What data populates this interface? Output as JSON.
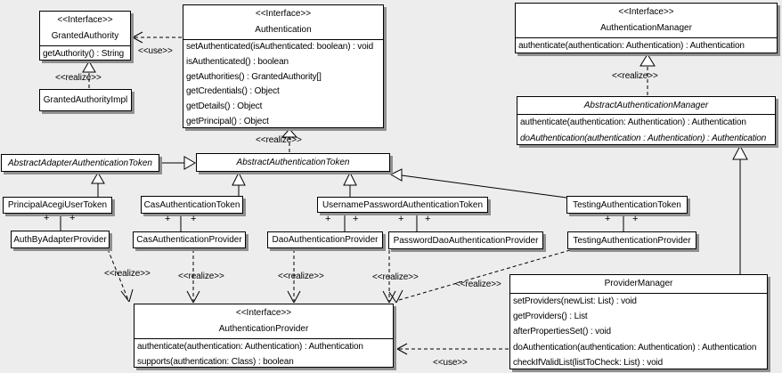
{
  "labels": {
    "use": "<<use>>",
    "realize": "<<realize>>",
    "plus": "+"
  },
  "classes": {
    "granted_authority": {
      "stereotype": "<<Interface>>",
      "name": "GrantedAuthority",
      "methods": [
        "getAuthority() : String"
      ]
    },
    "granted_authority_impl": {
      "name": "GrantedAuthorityImpl"
    },
    "authentication": {
      "stereotype": "<<Interface>>",
      "name": "Authentication",
      "methods": [
        "setAuthenticated(isAuthenticated: boolean) : void",
        "isAuthenticated() : boolean",
        "getAuthorities() : GrantedAuthority[]",
        "getCredentials() : Object",
        "getDetails() : Object",
        "getPrincipal() : Object"
      ]
    },
    "authentication_manager": {
      "stereotype": "<<Interface>>",
      "name": "AuthenticationManager",
      "methods": [
        "authenticate(authentication: Authentication) : Authentication"
      ]
    },
    "abstract_authentication_manager": {
      "name": "AbstractAuthenticationManager",
      "methods": [
        "authenticate(authentication: Authentication) : Authentication",
        "doAuthentication(authentication : Authentication) : Authentication"
      ]
    },
    "abstract_adapter_authentication_token": {
      "name": "AbstractAdapterAuthenticationToken"
    },
    "abstract_authentication_token": {
      "name": "AbstractAuthenticationToken"
    },
    "principal_acegi_user_token": {
      "name": "PrincipalAcegiUserToken"
    },
    "auth_by_adapter_provider": {
      "name": "AuthByAdapterProvider"
    },
    "cas_authentication_token": {
      "name": "CasAuthenticationToken"
    },
    "cas_authentication_provider": {
      "name": "CasAuthenticationProvider"
    },
    "username_password_authentication_token": {
      "name": "UsernamePasswordAuthenticationToken"
    },
    "dao_authentication_provider": {
      "name": "DaoAuthenticationProvider"
    },
    "password_dao_authentication_provider": {
      "name": "PasswordDaoAuthenticationProvider"
    },
    "testing_authentication_token": {
      "name": "TestingAuthenticationToken"
    },
    "testing_authentication_provider": {
      "name": "TestingAuthenticationProvider"
    },
    "authentication_provider": {
      "stereotype": "<<Interface>>",
      "name": "AuthenticationProvider",
      "methods": [
        "authenticate(authentication: Authentication) : Authentication",
        "supports(authentication: Class) : boolean"
      ]
    },
    "provider_manager": {
      "name": "ProviderManager",
      "methods": [
        "setProviders(newList: List) : void",
        "getProviders() : List",
        "afterPropertiesSet() : void",
        "doAuthentication(authentication: Authentication) : Authentication",
        "checkIfValidList(listToCheck: List) : void"
      ]
    }
  },
  "colors": {
    "background": "#ededed",
    "box_fill": "#ffffff",
    "box_border": "#000000",
    "box_shadow": "#8f8f8f",
    "text": "#000000"
  }
}
